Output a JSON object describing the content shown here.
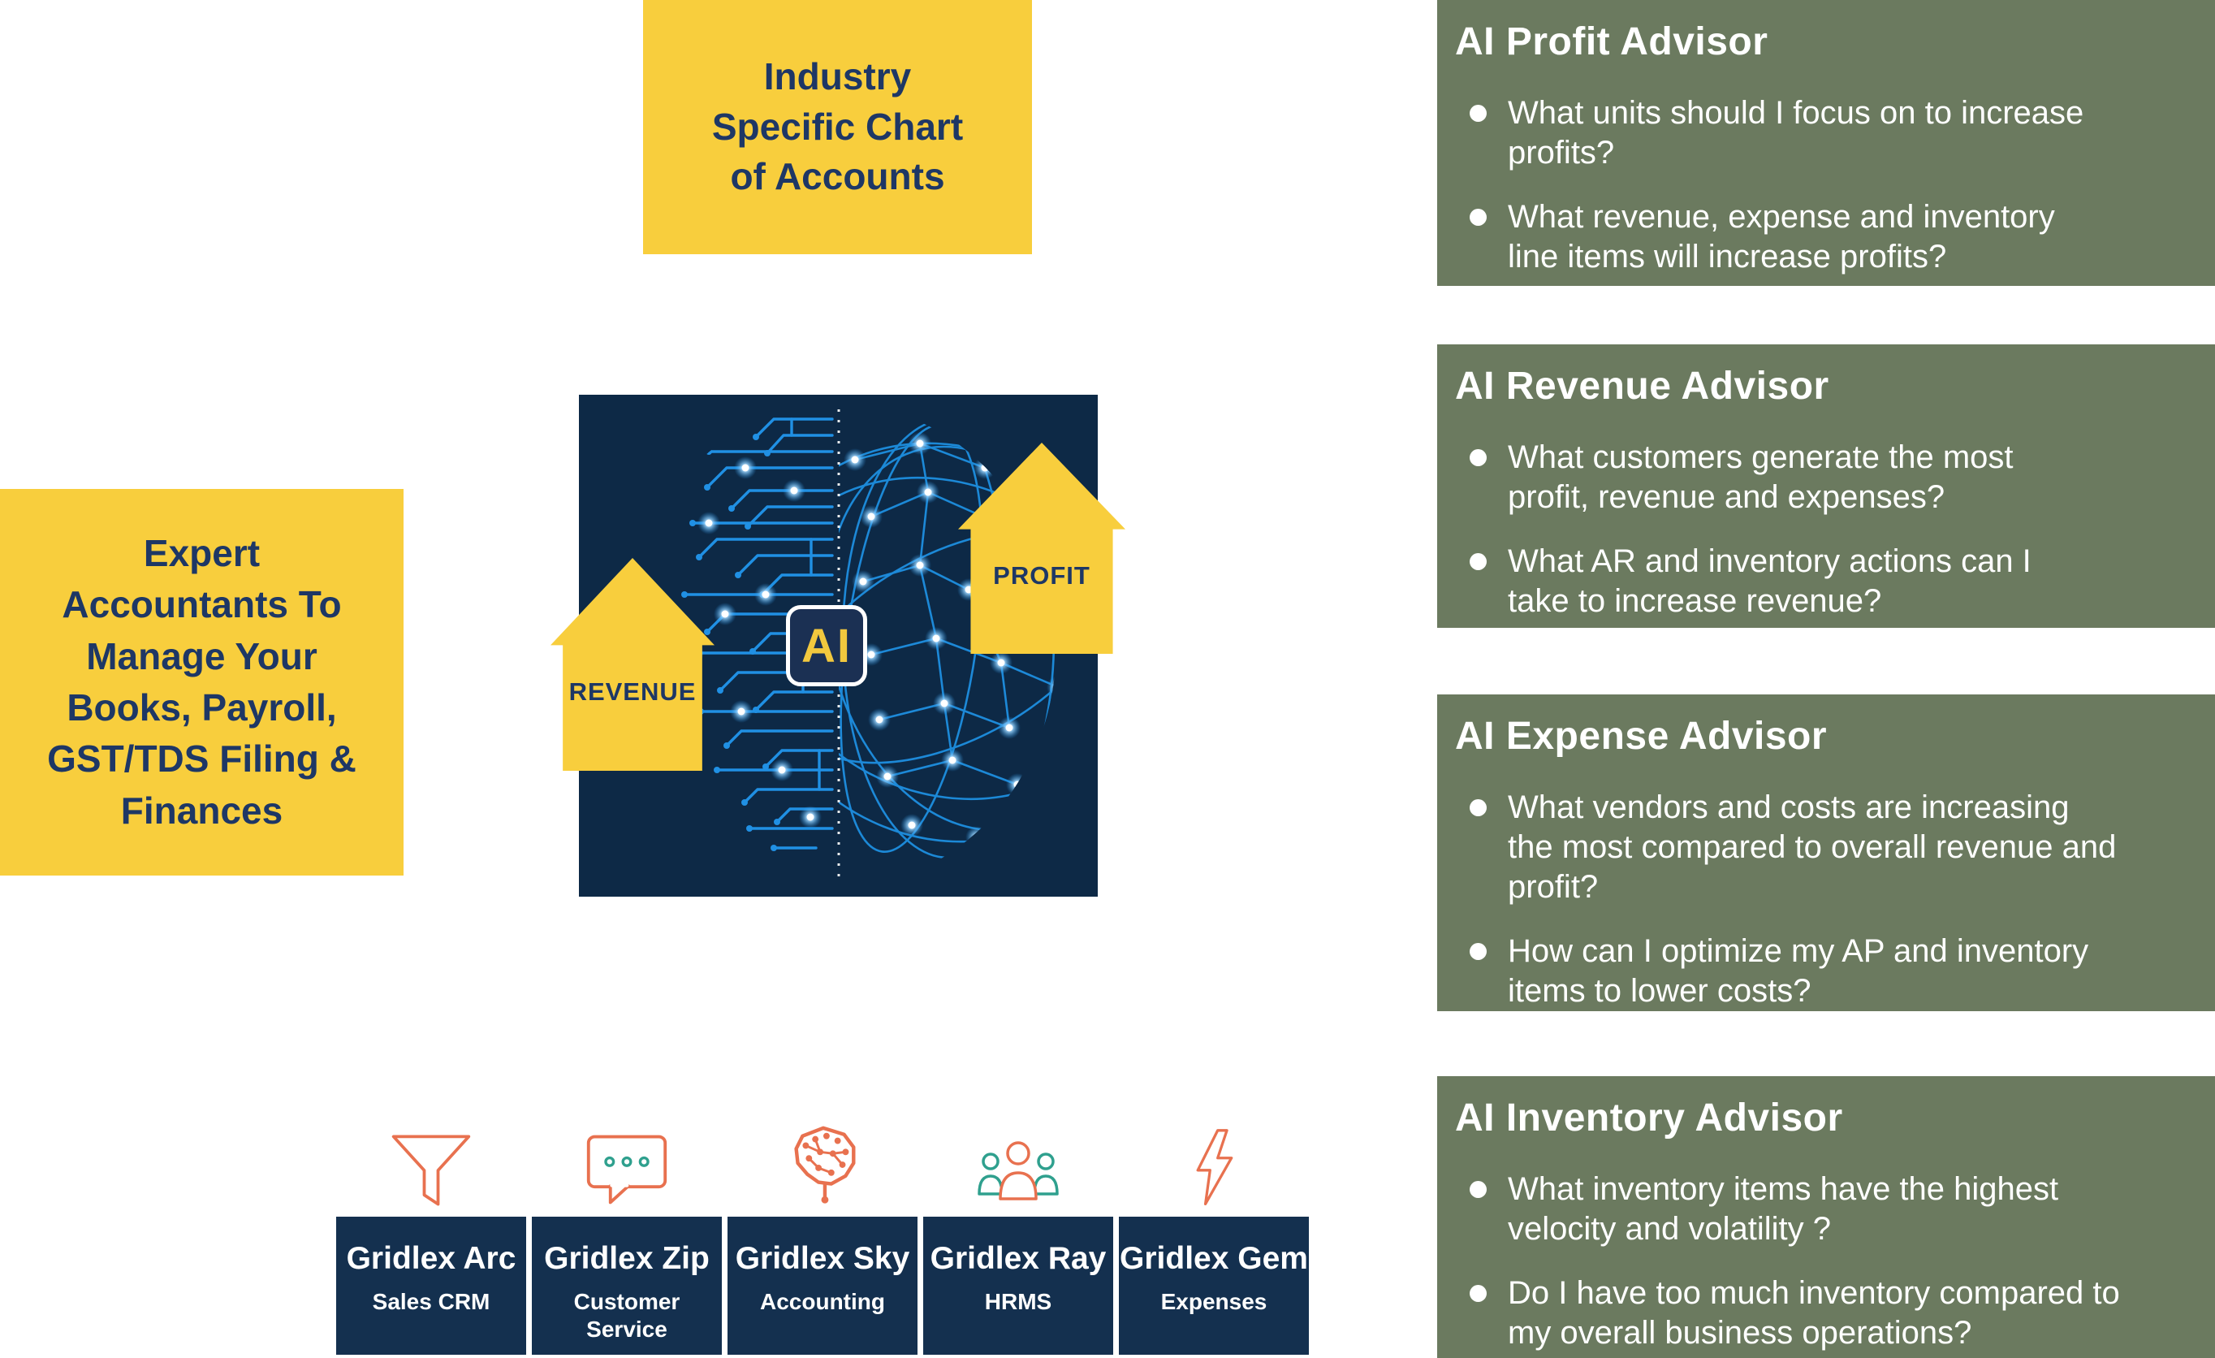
{
  "top_banner": {
    "text": "Industry Specific Chart of Accounts"
  },
  "left_banner": {
    "text": "Expert Accountants To Manage Your Books, Payroll, GST/TDS Filing & Finances"
  },
  "central": {
    "ai_badge": "AI",
    "revenue_arrow_label": "REVENUE",
    "profit_arrow_label": "PROFIT"
  },
  "advisors": [
    {
      "title": "AI Profit Advisor",
      "bullets": [
        "What units should I focus on to increase profits?",
        "What revenue, expense and inventory line items will increase profits?"
      ]
    },
    {
      "title": "AI Revenue Advisor",
      "bullets": [
        "What customers generate the most profit, revenue and expenses?",
        "What AR and inventory actions can I take to increase revenue?"
      ]
    },
    {
      "title": "AI Expense Advisor",
      "bullets": [
        "What vendors and costs are increasing the most compared to overall revenue and profit?",
        "How can I optimize my AP and inventory items to lower costs?"
      ]
    },
    {
      "title": "AI Inventory Advisor",
      "bullets": [
        "What inventory items have the highest velocity and volatility ?",
        "Do I have too much inventory compared to my overall business operations?"
      ]
    }
  ],
  "products": [
    {
      "name": "Gridlex Arc",
      "subtitle": "Sales CRM",
      "icon": "funnel-icon"
    },
    {
      "name": "Gridlex Zip",
      "subtitle": "Customer Service",
      "icon": "chat-icon"
    },
    {
      "name": "Gridlex Sky",
      "subtitle": "Accounting",
      "icon": "brain-circuit-icon"
    },
    {
      "name": "Gridlex Ray",
      "subtitle": "HRMS",
      "icon": "people-icon"
    },
    {
      "name": "Gridlex Gem",
      "subtitle": "Expenses",
      "icon": "lightning-icon"
    }
  ],
  "colors": {
    "yellow": "#F8CE3D",
    "navy_text": "#1E3765",
    "brain_panel_navy": "#0D2946",
    "product_box_navy": "#14304F",
    "advisor_green": "#6B7A5F",
    "icon_orange": "#E8714F",
    "icon_teal": "#2FA08E",
    "circuit_blue": "#2090E4",
    "white": "#FFFFFF"
  }
}
